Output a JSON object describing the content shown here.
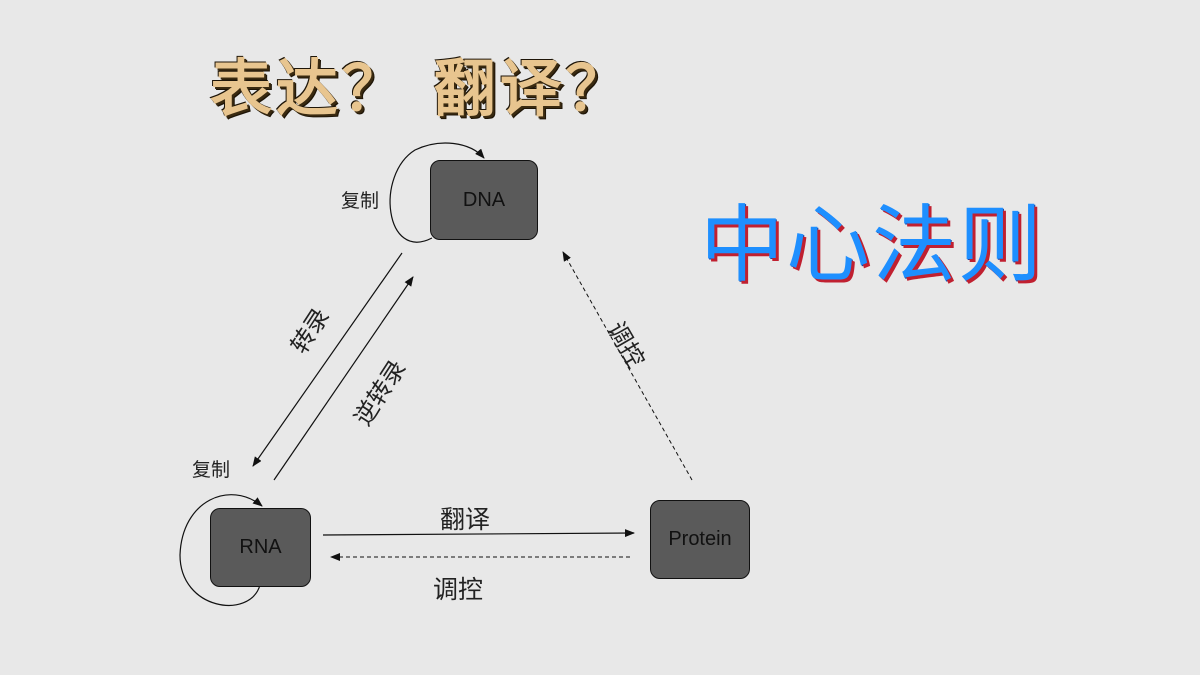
{
  "title": "表达？ 翻译？",
  "subtitle": "中心法则",
  "nodes": {
    "dna": "DNA",
    "rna": "RNA",
    "protein": "Protein"
  },
  "labels": {
    "dna_replication": "复制",
    "rna_replication": "复制",
    "transcription": "转录",
    "reverse_transcription": "逆转录",
    "translation": "翻译",
    "regulation_bottom": "调控",
    "regulation_right": "调控"
  },
  "colors": {
    "background": "#e8e8e8",
    "node_fill": "#5a5a5a",
    "title_fill": "#e8c58f",
    "subtitle_fill": "#1e8fff",
    "subtitle_shadow": "#c02030"
  }
}
